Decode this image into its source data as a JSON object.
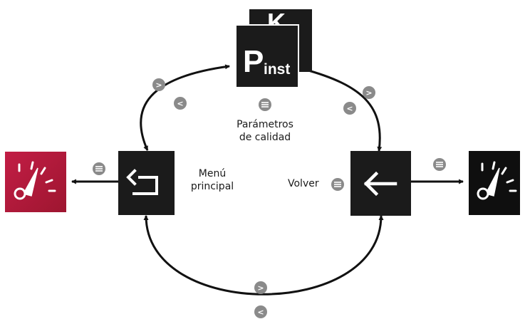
{
  "labels": {
    "quality_params_line1": "Parámetros",
    "quality_params_line2": "de calidad",
    "main_menu_line1": "Menú",
    "main_menu_line2": "principal",
    "back": "Volver"
  },
  "pinst_tile": {
    "main_letter": "P",
    "subscript": "inst",
    "behind_letter": "K"
  },
  "nav_glyphs": {
    "next": ">",
    "prev": "<",
    "enter": "≡"
  },
  "colors": {
    "tile_dark": "#1b1b1b",
    "tile_active": "#b01a3a",
    "nav_badge": "#8a8a8a",
    "arrow": "#111111"
  },
  "icons": {
    "back_return": "return-arrow-icon",
    "back_left": "left-arrow-icon",
    "meter": "gauge-icon"
  }
}
